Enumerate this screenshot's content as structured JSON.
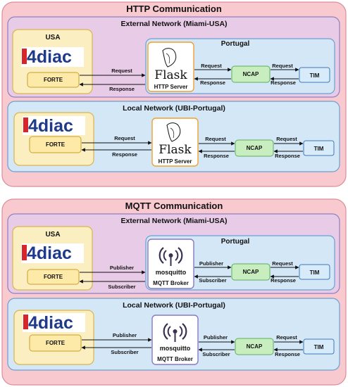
{
  "http": {
    "title": "HTTP Communication",
    "external": {
      "title": "External Network (Miami-USA)",
      "usa_title": "USA",
      "portugal_title": "Portugal",
      "logo_text": "4diac",
      "forte": "FORTE",
      "server_logo": "Flask",
      "server": "HTTP Server",
      "ncap": "NCAP",
      "tim": "TIM",
      "a1_top": "Request",
      "a1_bottom": "Response",
      "a2_top": "Request",
      "a2_bottom": "Response",
      "a3_top": "Request",
      "a3_bottom": "Response"
    },
    "local": {
      "title": "Local Network (UBI-Portugal)",
      "logo_text": "4diac",
      "forte": "FORTE",
      "server_logo": "Flask",
      "server": "HTTP Server",
      "ncap": "NCAP",
      "tim": "TIM",
      "a1_top": "Request",
      "a1_bottom": "Response",
      "a2_top": "Request",
      "a2_bottom": "Response",
      "a3_top": "Request",
      "a3_bottom": "Response"
    }
  },
  "mqtt": {
    "title": "MQTT Communication",
    "external": {
      "title": "External Network (Miami-USA)",
      "usa_title": "USA",
      "portugal_title": "Portugal",
      "logo_text": "4diac",
      "forte": "FORTE",
      "server_logo": "mosquitto",
      "server": "MQTT Broker",
      "ncap": "NCAP",
      "tim": "TIM",
      "a1_top": "Publisher",
      "a1_bottom": "Subscriber",
      "a2_top": "Publisher",
      "a2_bottom": "Subscriber",
      "a3_top": "Request",
      "a3_bottom": "Response"
    },
    "local": {
      "title": "Local Network (UBI-Portugal)",
      "logo_text": "4diac",
      "forte": "FORTE",
      "server_logo": "mosquitto",
      "server": "MQTT Broker",
      "ncap": "NCAP",
      "tim": "TIM",
      "a1_top": "Publisher",
      "a1_bottom": "Subscriber",
      "a2_top": "Publisher",
      "a2_bottom": "Subscriber",
      "a3_top": "Request",
      "a3_bottom": "Response"
    }
  },
  "colors": {
    "outer_fill": "#f8c9cf",
    "outer_stroke": "#d98f98",
    "network_fill": "#e8cbe6",
    "network_stroke": "#8e7fc4",
    "usa_fill": "#fbefc2",
    "usa_stroke": "#d9b54a",
    "portugal_fill": "#d4e7f7",
    "portugal_stroke": "#6ca0d0",
    "forte_fill": "#fde9a8",
    "forte_stroke": "#c9a12a",
    "ncap_fill": "#c8eec0",
    "ncap_stroke": "#5cae5a",
    "tim_fill": "#d7ebfb",
    "tim_stroke": "#3f78b8",
    "flask_stroke": "#f0a030",
    "mqtt_stroke": "#8a79c4",
    "diac_blue": "#1f3a8a",
    "diac_red": "#d7262b"
  },
  "icons": {
    "diac": "4diac-logo",
    "flask": "flask-horn-logo",
    "mosquitto": "mosquitto-antenna-logo"
  }
}
